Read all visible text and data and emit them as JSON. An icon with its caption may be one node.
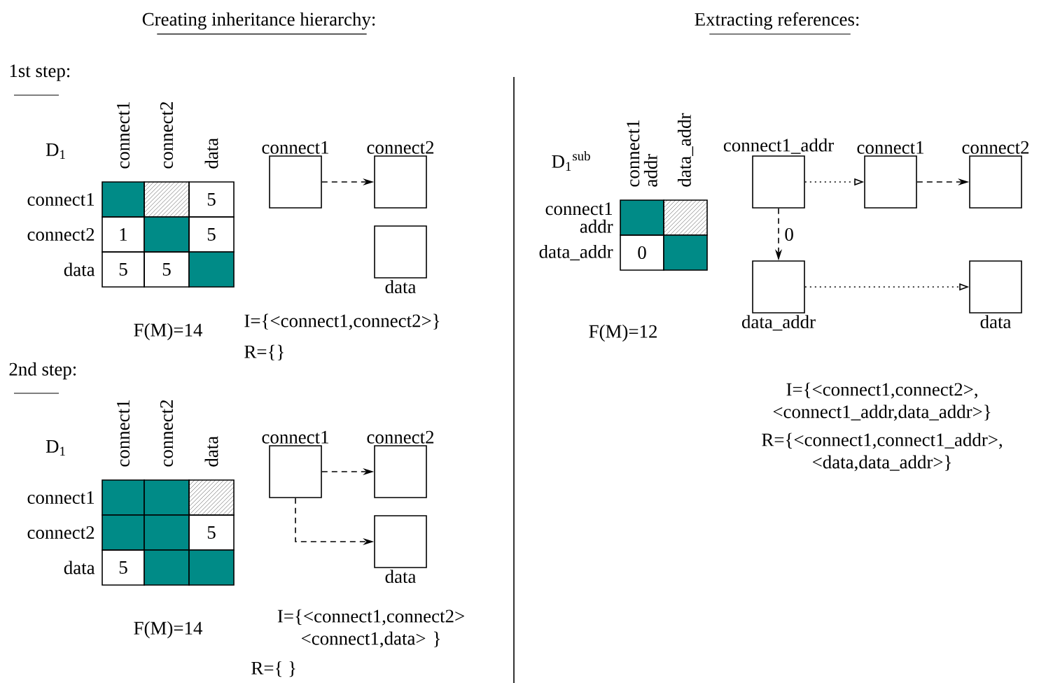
{
  "diagram": {
    "nodes": [
      {
        "text": [
          "connect1"
        ]
      },
      {
        "text": [
          "connect2"
        ]
      },
      {
        "text": [
          "data"
        ]
      },
      {
        "text": [
          "connect1"
        ]
      },
      {
        "text": [
          "connect2"
        ]
      },
      {
        "text": [
          "data"
        ]
      },
      {
        "text": [
          "connect1_addr"
        ]
      },
      {
        "text": [
          "connect1"
        ]
      },
      {
        "text": [
          "connect2"
        ]
      },
      {
        "text": [
          "data_addr"
        ]
      },
      {
        "text": [
          "data"
        ]
      }
    ],
    "edges": [
      {
        "from": 0,
        "to": 1,
        "arrow": "to",
        "style": "dashed"
      },
      {
        "from": 3,
        "to": 4,
        "arrow": "to",
        "style": "dashed"
      },
      {
        "from": 3,
        "to": 5,
        "arrow": "to",
        "style": "dashed"
      },
      {
        "from": 6,
        "to": 7,
        "arrow": "to"
      },
      {
        "from": 7,
        "to": 8,
        "arrow": "to",
        "style": "dashed"
      },
      {
        "from": 6,
        "to": 9,
        "arrow": "to",
        "style": "dashed",
        "label": "0"
      },
      {
        "from": 9,
        "to": 10,
        "arrow": "to"
      }
    ],
    "labels": [
      "Creating inheritance hierarchy:",
      "Extracting references:",
      "1st step:",
      "D$_{1}$",
      "connect1",
      "connect2",
      "data",
      "connect1",
      "5",
      "connect2",
      "1",
      "5",
      "data",
      "5",
      "5",
      "F(M)=14",
      "I={<connect1,connect2>}",
      "R={}",
      "2nd step:",
      "D$_{1}$",
      "connect1",
      "connect2",
      "data",
      "connect1",
      "connect2",
      "5",
      "data",
      "5",
      "F(M)=14",
      "I={<connect1,connect2> <connect1,data> }",
      "R={ }",
      "D$_{1}$$^{sub}$",
      "connect1 addr",
      "data_addr",
      "connect1 addr",
      "data_addr",
      "0",
      "F(M)=12",
      "I={<connect1,connect2>, <connect1_addr,data_addr>}",
      "R={<connect1,connect1_addr>, <data,data_addr>}"
    ]
  }
}
